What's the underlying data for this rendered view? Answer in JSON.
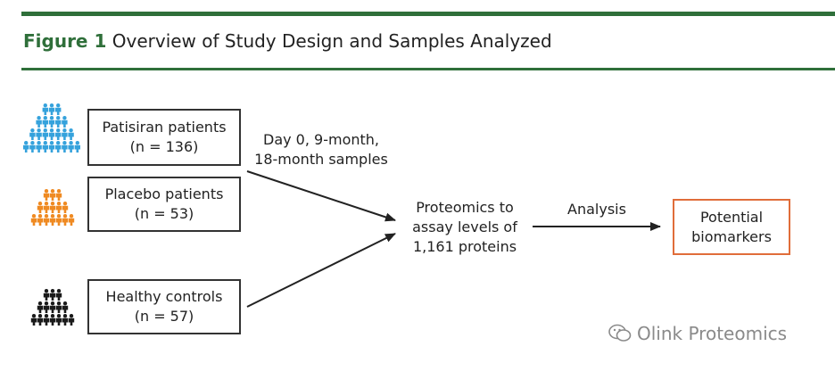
{
  "figure": {
    "label": "Figure 1",
    "title": "Overview of Study Design and Samples Analyzed"
  },
  "groups": [
    {
      "name": "Patisiran patients",
      "n": "(n = 136)",
      "color": "#35a2dc",
      "icon": "people-group-icon"
    },
    {
      "name": "Placebo patients",
      "n": "(n = 53)",
      "color": "#ef8a22",
      "icon": "people-group-icon"
    },
    {
      "name": "Healthy controls",
      "n": "(n = 57)",
      "color": "#1a1a1a",
      "icon": "people-group-icon"
    }
  ],
  "samples_label": [
    "Day 0, 9-month,",
    "18-month samples"
  ],
  "proteomics": [
    "Proteomics to",
    "assay levels of",
    "1,161 proteins"
  ],
  "analysis_label": "Analysis",
  "outcome": [
    "Potential",
    "biomarkers"
  ],
  "outcome_color": "#e06d3a",
  "accent_color": "#2f6f3a",
  "watermark": "Olink Proteomics"
}
